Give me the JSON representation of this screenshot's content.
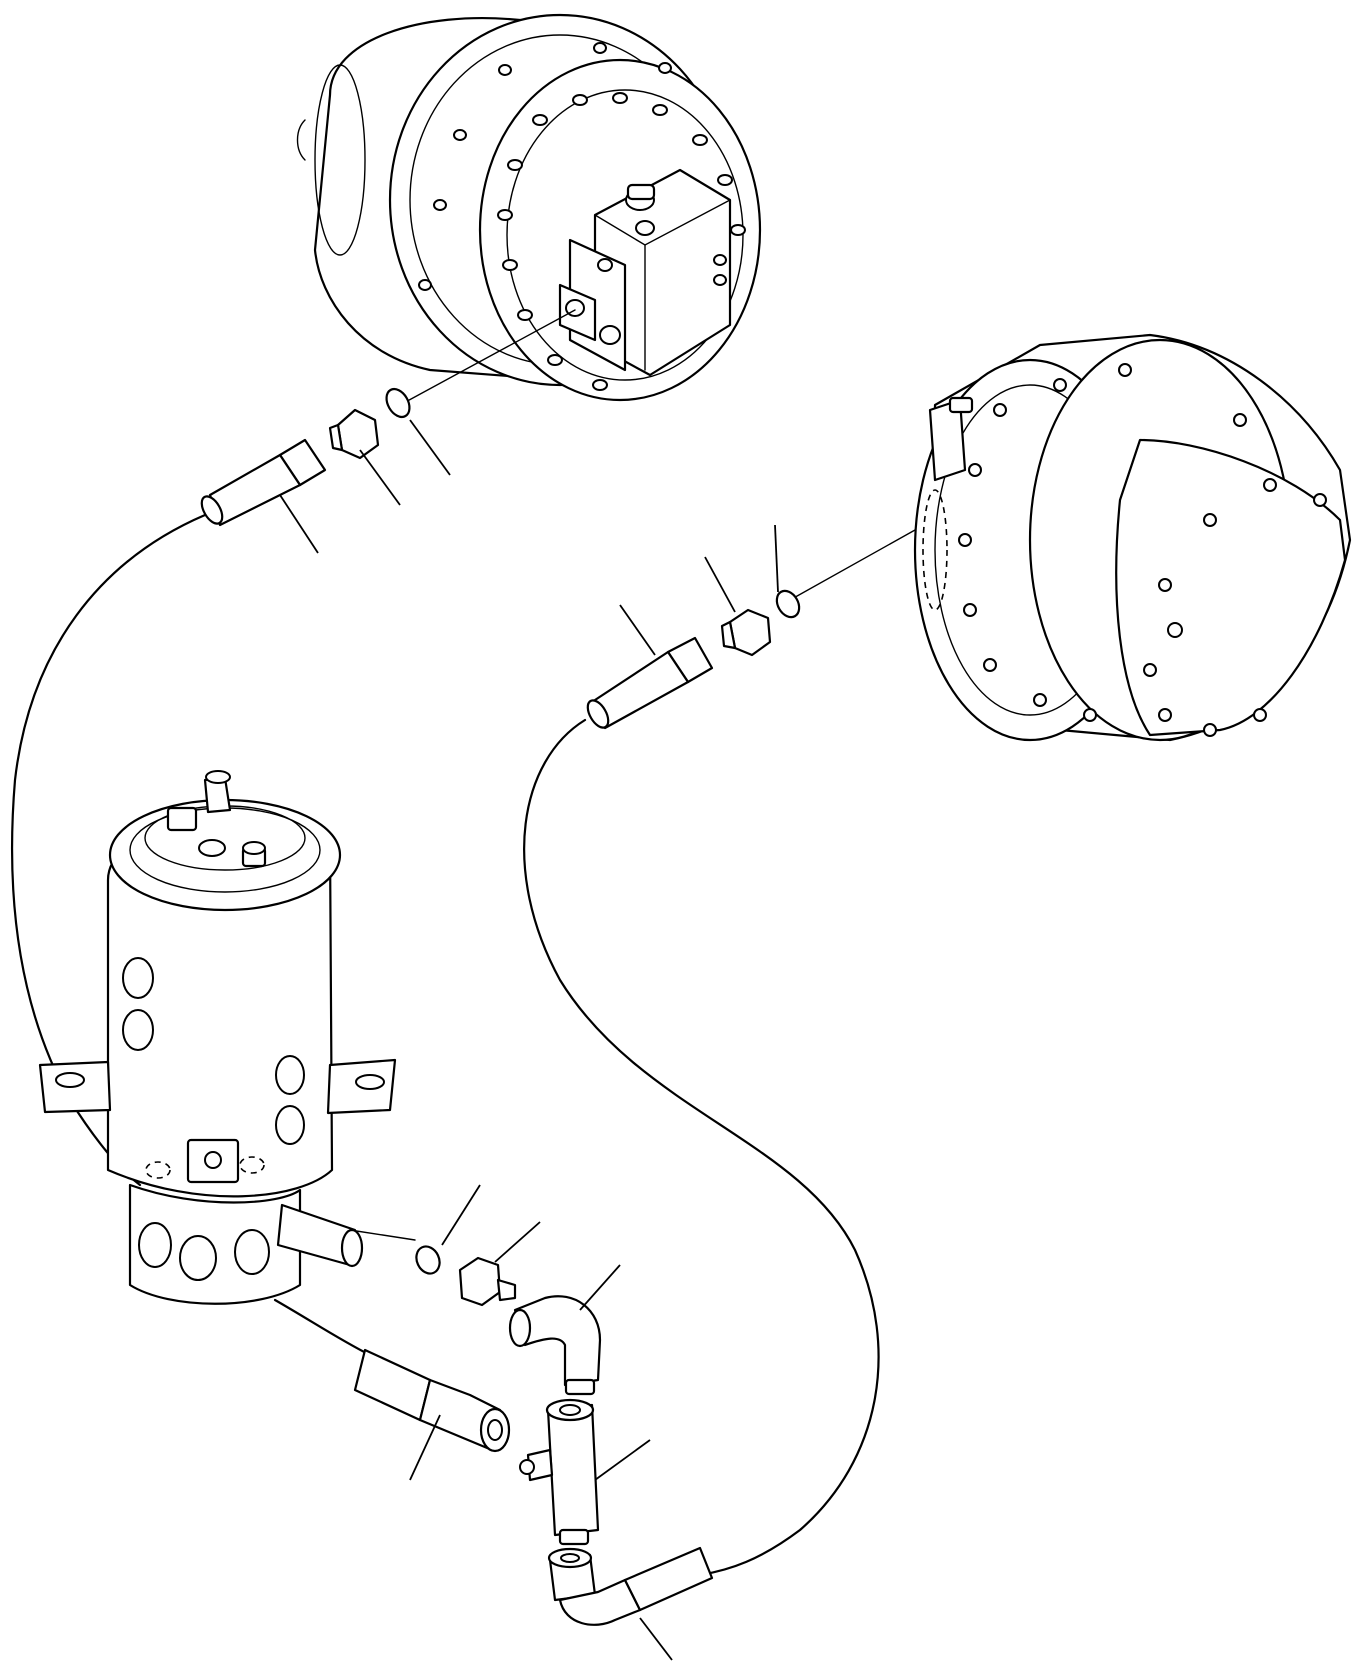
{
  "diagram": {
    "kind": "exploded parts drawing",
    "components": [
      "travel-motor-upper",
      "travel-motor-right",
      "swivel-joint",
      "hose-left",
      "hose-right",
      "hose-lower",
      "o-ring",
      "connector",
      "elbow",
      "tee"
    ],
    "callout_count": 11,
    "colors": {
      "line": "#000000",
      "background": "#ffffff"
    }
  }
}
